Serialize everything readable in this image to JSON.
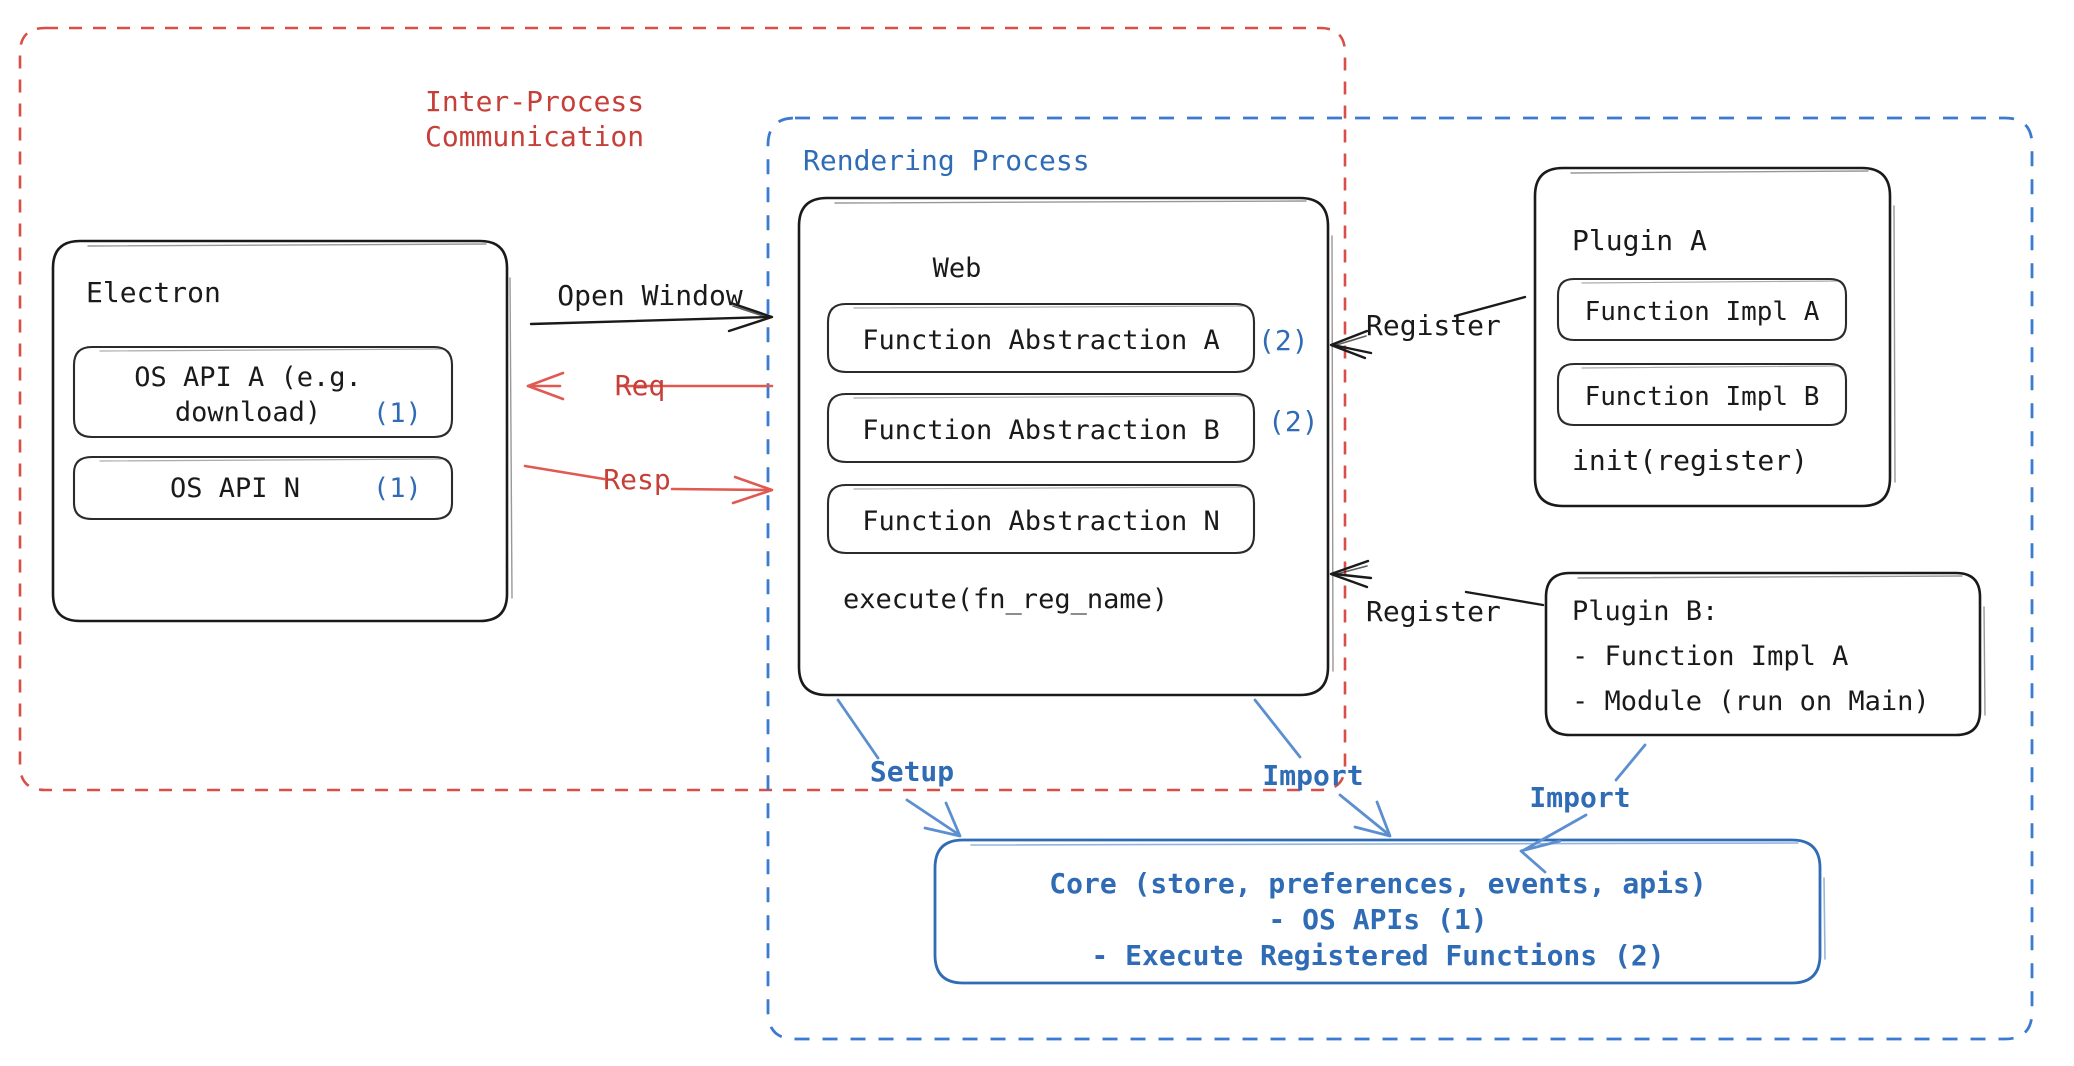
{
  "diagram": {
    "title_hidden": "Electron plugin architecture",
    "colors": {
      "red": "#c63f38",
      "blue": "#2f6cb5",
      "arrow_red": "#e05a52",
      "arrow_blue": "#5b8fd0",
      "ink": "#1a1a1a"
    },
    "regions": {
      "ipc": {
        "label_line1": "Inter-Process",
        "label_line2": "Communication"
      },
      "rendering": {
        "label": "Rendering Process"
      }
    },
    "electron": {
      "title": "Electron",
      "apis": [
        {
          "label": "OS API A (e.g.\ndownload)",
          "tag": "(1)"
        },
        {
          "label": "OS API N",
          "tag": "(1)"
        }
      ]
    },
    "web": {
      "title": "Web",
      "abstractions": [
        {
          "label": "Function Abstraction A",
          "tag": "(2)"
        },
        {
          "label": "Function Abstraction B",
          "tag": "(2)"
        },
        {
          "label": "Function Abstraction N",
          "tag": ""
        }
      ],
      "footer": "execute(fn_reg_name)"
    },
    "plugin_a": {
      "title": "Plugin A",
      "items": [
        "Function Impl A",
        "Function Impl B"
      ],
      "footer": "init(register)"
    },
    "plugin_b": {
      "lines": [
        "Plugin B:",
        "- Function Impl A",
        "- Module (run on Main)"
      ]
    },
    "core": {
      "lines": [
        "Core (store, preferences, events, apis)",
        "- OS APIs (1)",
        "- Execute Registered Functions (2)"
      ]
    },
    "edges": {
      "open_window": "Open Window",
      "req": "Req",
      "resp": "Resp",
      "register_a": "Register",
      "register_b": "Register",
      "setup": "Setup",
      "import_web": "Import",
      "import_plugin_b": "Import"
    }
  }
}
